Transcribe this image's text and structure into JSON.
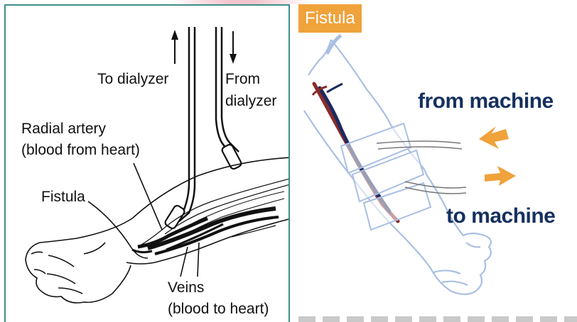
{
  "left_diagram": {
    "labels": {
      "to_dialyzer": "To dialyzer",
      "from_dialyzer_line1": "From",
      "from_dialyzer_line2": "dialyzer",
      "radial_artery_line1": "Radial artery",
      "radial_artery_line2": "(blood from heart)",
      "fistula": "Fistula",
      "veins_line1": "Veins",
      "veins_line2": "(blood to heart)"
    },
    "colors": {
      "border": "#3f8f86",
      "ink": "#111111"
    }
  },
  "right_diagram": {
    "tag": "Fistula",
    "labels": {
      "from_machine": "from machine",
      "to_machine": "to machine"
    },
    "colors": {
      "tag_bg": "#f0a23b",
      "label_text": "#16305f",
      "arrow": "#f0a23b",
      "artery": "#8a2a2a",
      "vein": "#1c2a5e",
      "arm_outline": "#a9bfe3"
    }
  }
}
